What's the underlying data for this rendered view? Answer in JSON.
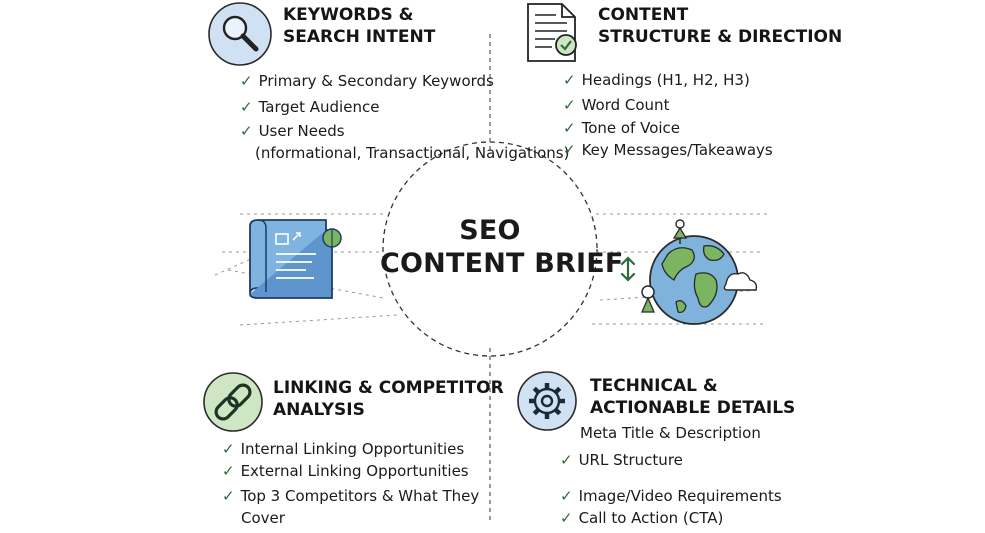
{
  "center": {
    "line1": "SEO",
    "line2": "CONTENT BRIEF"
  },
  "sections": {
    "keywords": {
      "heading_line1": "KEYWORDS &",
      "heading_line2": "SEARCH INTENT",
      "icon": "magnifier-icon",
      "items": [
        "Primary & Secondary Keywords",
        "Target Audience",
        "User Needs",
        "(nformational, Transactional, Navigations)"
      ]
    },
    "structure": {
      "heading_line1": "CONTENT",
      "heading_line2": "STRUCTURE & DIRECTION",
      "icon": "document-icon",
      "items": [
        "Headings (H1, H2, H3)",
        "Word Count",
        "Tone of Voice",
        "Key Messages/Takeaways"
      ]
    },
    "linking": {
      "heading_line1": "LINKING & COMPETITOR",
      "heading_line2": "ANALYSIS",
      "icon": "chain-link-icon",
      "items": [
        "Internal Linking Opportunities",
        "External Linking Opportunities",
        "Top 3 Competitors & What They",
        "Cover"
      ]
    },
    "technical": {
      "heading_line1": "TECHNICAL &",
      "heading_line2": "ACTIONABLE DETAILS",
      "icon": "gear-icon",
      "items": [
        "Meta Title & Description",
        "URL Structure",
        "Image/Video Requirements",
        "Call to Action (CTA)"
      ]
    }
  },
  "illustrations": {
    "left": "blueprint-map-icon",
    "right": "globe-icon"
  },
  "colors": {
    "check": "#2e6b38",
    "blue_circle": "#cfe1f3",
    "green_circle": "#cfe6c4",
    "ink": "#1d1d1d",
    "globe_water": "#7fb3dc",
    "globe_land": "#7cb562"
  }
}
